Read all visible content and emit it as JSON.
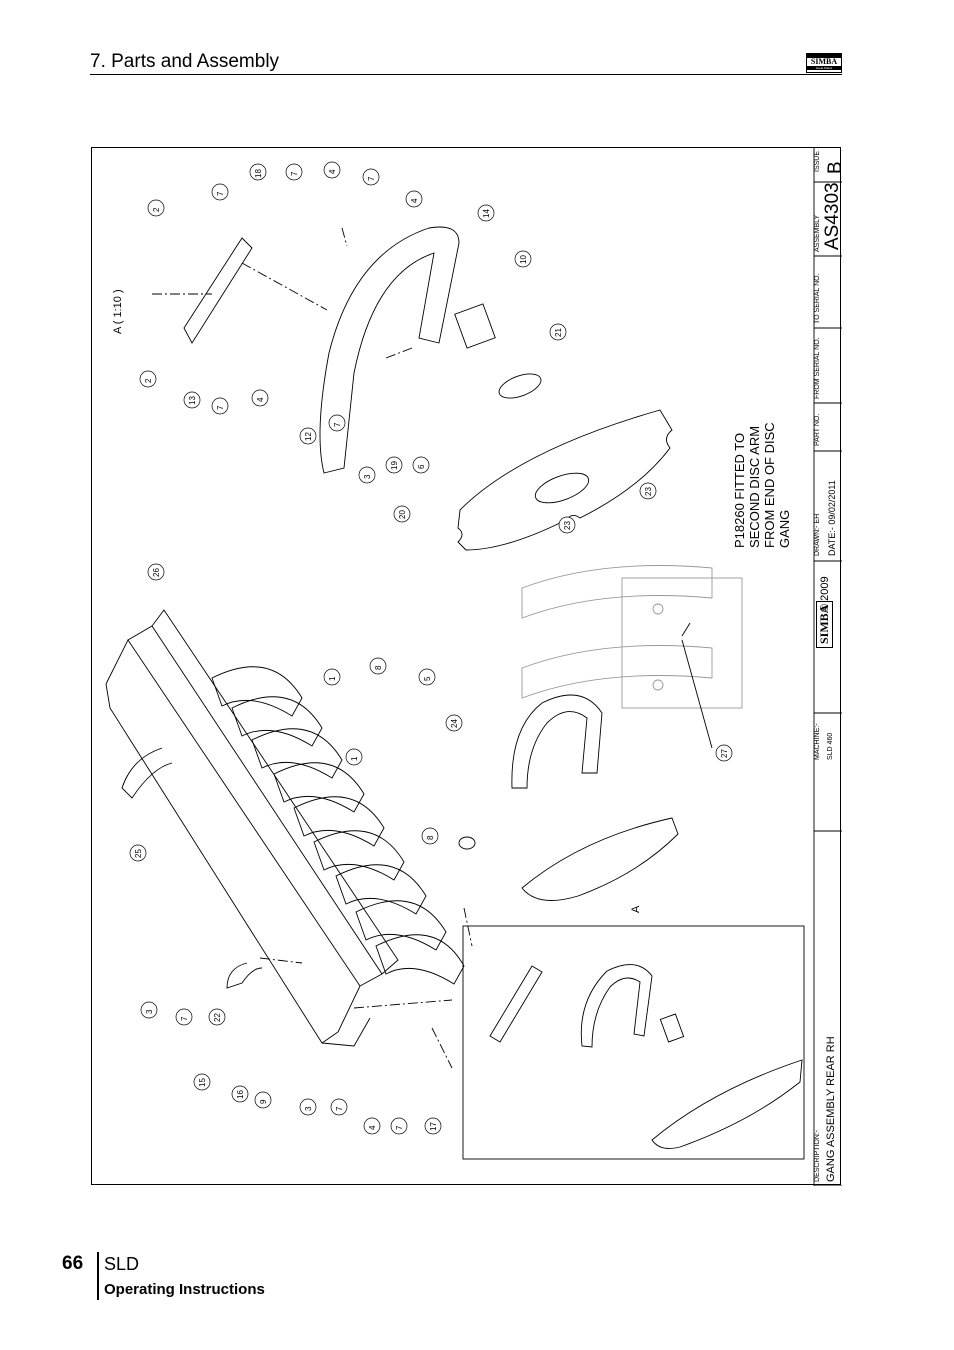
{
  "header": {
    "title": "7. Parts and Assembly",
    "logo_text": "SIMBA",
    "logo_sub": "Great Plains"
  },
  "footer": {
    "page_number": "66",
    "model": "SLD",
    "subtitle": "Operating Instructions"
  },
  "title_block": {
    "issue_label": "ISSUE",
    "issue": "B",
    "assembly_label": "ASSEMBLY",
    "assembly": "AS4303",
    "to_serial_label": "TO SERIAL NO.",
    "from_serial_label": "FROM SERIAL NO.",
    "part_no_label": "PART NO.",
    "drawn": "DRAWN:-  EH",
    "date": "DATE:-  09/02/2011",
    "copyright": "© 2009",
    "brand": "SIMBA",
    "machine_label": "MACHINE:-",
    "machine": "SLD 460",
    "description_label": "DESCRIPTION:-",
    "description": "GANG ASSEMBLY REAR RH"
  },
  "drawing": {
    "note_lines": [
      "P18260 FITTED TO",
      "SECOND DISC ARM",
      "FROM END OF DISC",
      "GANG"
    ],
    "detail_label": "A ( 1:10 )",
    "view_marker": "A",
    "callouts": [
      "2",
      "7",
      "18",
      "7",
      "4",
      "7",
      "4",
      "14",
      "10",
      "21",
      "2",
      "13",
      "7",
      "4",
      "12",
      "7",
      "3",
      "19",
      "6",
      "20",
      "23",
      "23",
      "26",
      "1",
      "8",
      "5",
      "24",
      "1",
      "8",
      "27",
      "25",
      "3",
      "7",
      "22",
      "15",
      "16",
      "9",
      "3",
      "7",
      "4",
      "7",
      "17"
    ]
  }
}
